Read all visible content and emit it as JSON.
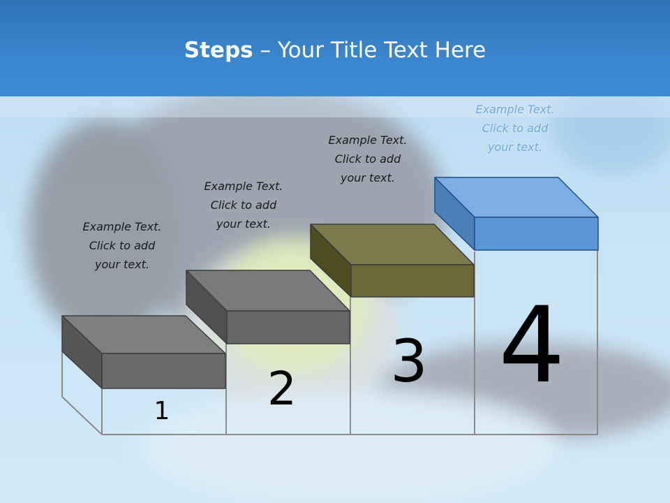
{
  "title": {
    "bold": "Steps",
    "rest": " – Your Title Text Here"
  },
  "steps": [
    {
      "number": "1",
      "caption": "Example Text.\nClick  to add\nyour text.",
      "color_top": "#7f7f7f",
      "color_front": "#6a6a6a",
      "color_side": "#565656"
    },
    {
      "number": "2",
      "caption": "Example Text.\nClick  to add\nyour text.",
      "color_top": "#7a7a7a",
      "color_front": "#666666",
      "color_side": "#505050"
    },
    {
      "number": "3",
      "caption": "Example Text.\nClick  to add\nyour text.",
      "color_top": "#7b7a4a",
      "color_front": "#6b6a34",
      "color_side": "#4e4d22"
    },
    {
      "number": "4",
      "caption": "Example Text.\nClick  to add\nyour text.",
      "color_top": "#7bafe3",
      "color_front": "#5a96d8",
      "color_side": "#4a7fb8"
    }
  ]
}
